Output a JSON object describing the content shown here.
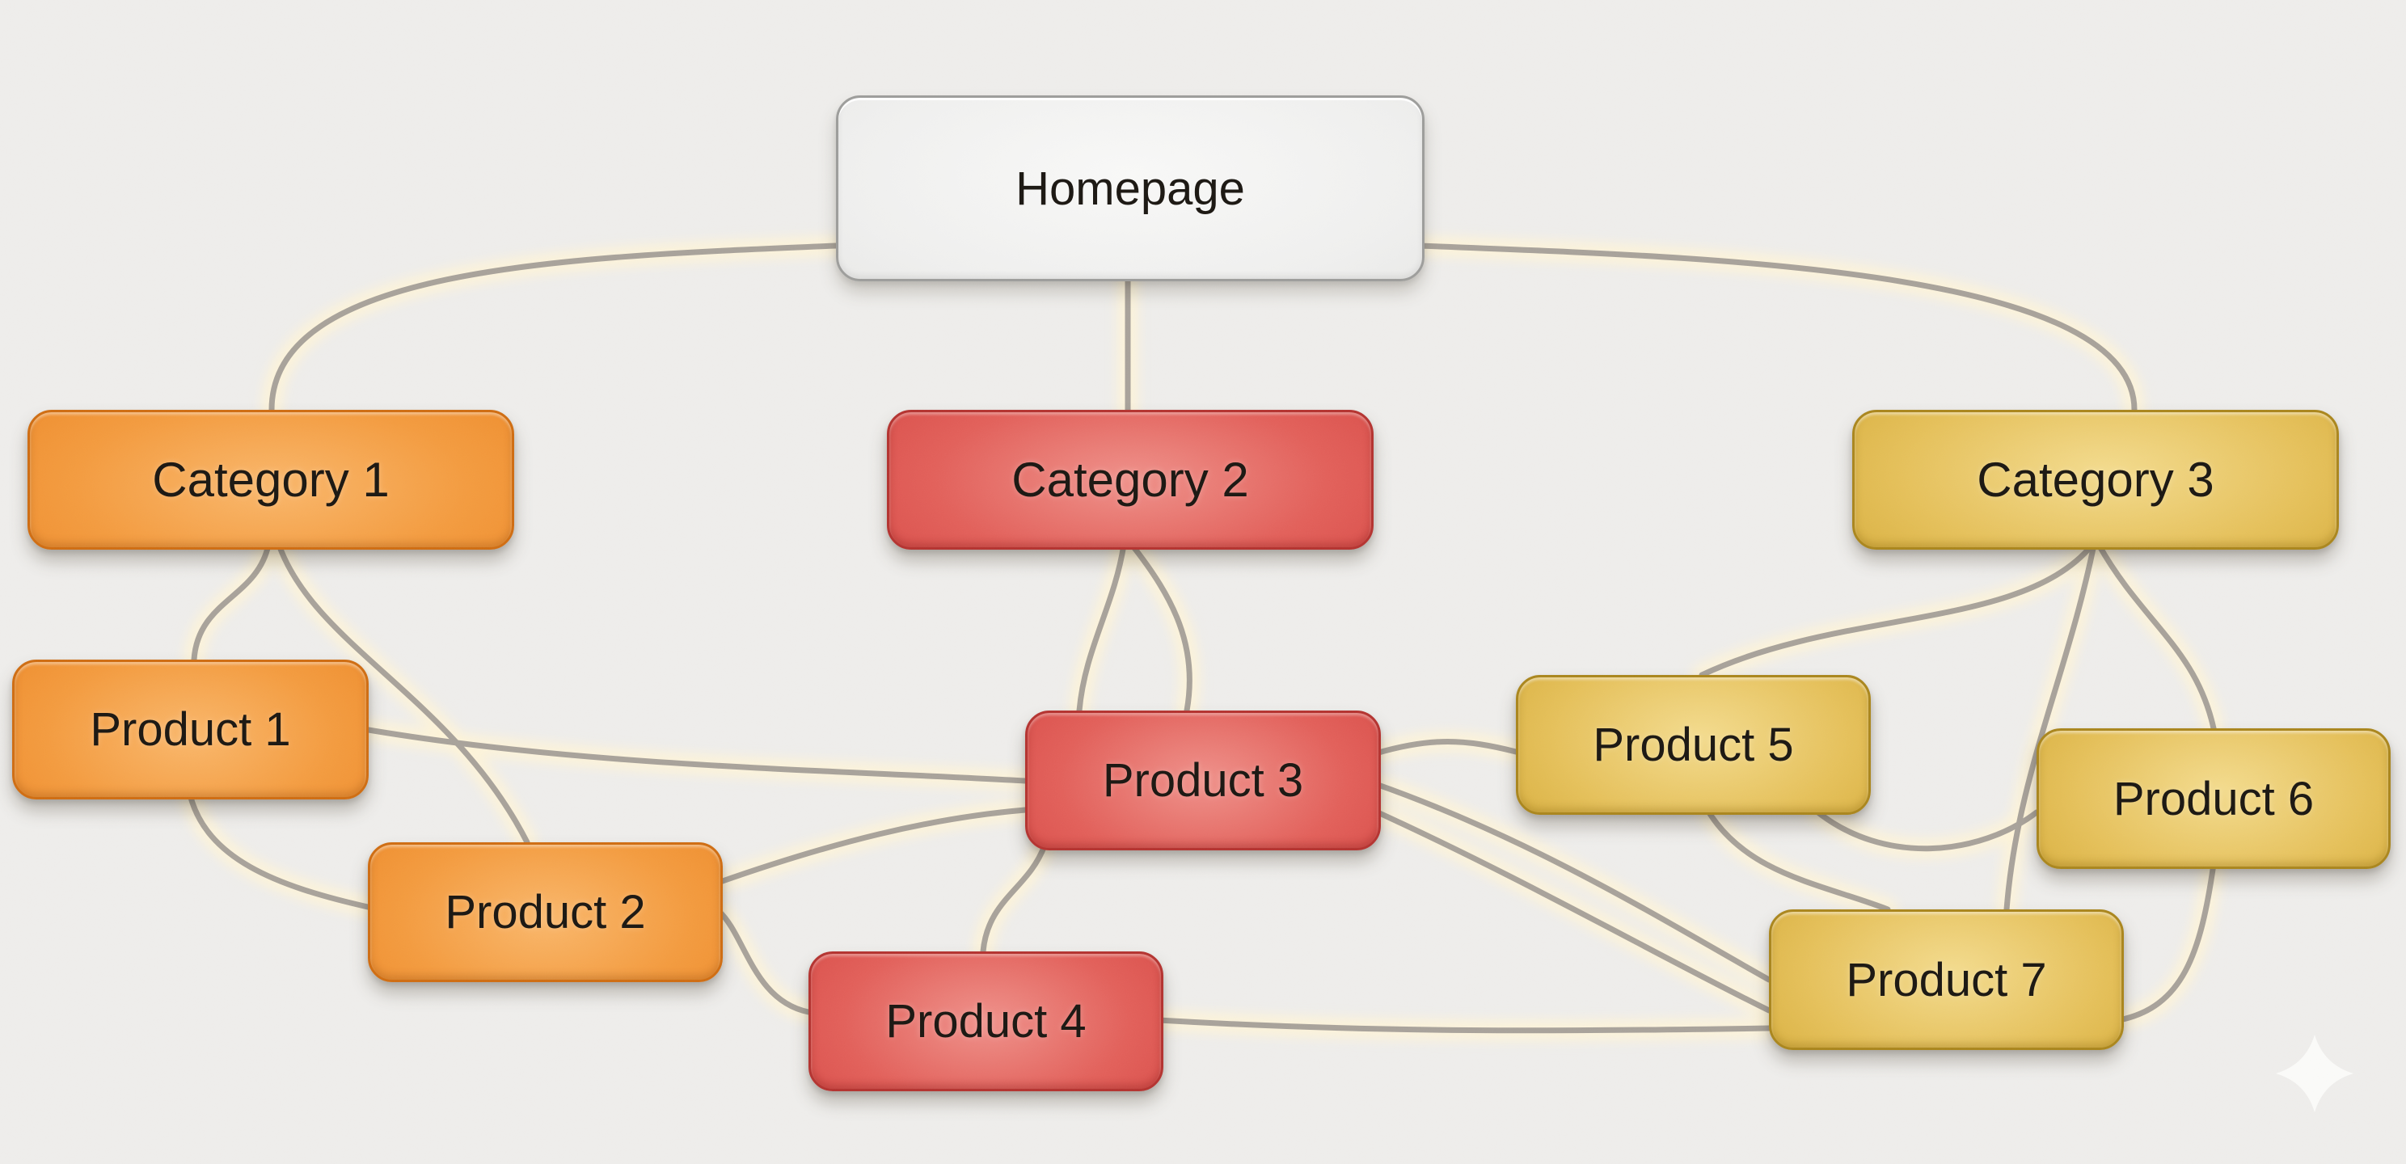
{
  "diagram": {
    "nodes": [
      {
        "id": "homepage",
        "label": "Homepage",
        "palette": "gray",
        "kind": "home"
      },
      {
        "id": "cat1",
        "label": "Category 1",
        "palette": "orange",
        "kind": "cat"
      },
      {
        "id": "cat2",
        "label": "Category 2",
        "palette": "red",
        "kind": "cat"
      },
      {
        "id": "cat3",
        "label": "Category 3",
        "palette": "gold",
        "kind": "cat"
      },
      {
        "id": "p1",
        "label": "Product 1",
        "palette": "orange",
        "kind": "prod"
      },
      {
        "id": "p2",
        "label": "Product 2",
        "palette": "orange",
        "kind": "prod"
      },
      {
        "id": "p3",
        "label": "Product 3",
        "palette": "red",
        "kind": "prod"
      },
      {
        "id": "p4",
        "label": "Product 4",
        "palette": "red",
        "kind": "prod"
      },
      {
        "id": "p5",
        "label": "Product 5",
        "palette": "gold",
        "kind": "prod"
      },
      {
        "id": "p6",
        "label": "Product 6",
        "palette": "gold",
        "kind": "prod"
      },
      {
        "id": "p7",
        "label": "Product 7",
        "palette": "gold",
        "kind": "prod"
      }
    ],
    "edges": [
      {
        "from": "homepage",
        "to": "cat1"
      },
      {
        "from": "homepage",
        "to": "cat2"
      },
      {
        "from": "homepage",
        "to": "cat3"
      },
      {
        "from": "cat1",
        "to": "p1"
      },
      {
        "from": "cat1",
        "to": "p2"
      },
      {
        "from": "cat2",
        "to": "p3"
      },
      {
        "from": "cat2",
        "to": "p3b"
      },
      {
        "from": "p1",
        "to": "p3"
      },
      {
        "from": "p1",
        "to": "p2"
      },
      {
        "from": "p2",
        "to": "p3"
      },
      {
        "from": "p2",
        "to": "p4"
      },
      {
        "from": "p3",
        "to": "p4"
      },
      {
        "from": "p3",
        "to": "p5"
      },
      {
        "from": "p3",
        "to": "p7"
      },
      {
        "from": "p3",
        "to": "p7b"
      },
      {
        "from": "p4",
        "to": "p7"
      },
      {
        "from": "cat3",
        "to": "p5"
      },
      {
        "from": "cat3",
        "to": "p6"
      },
      {
        "from": "cat3",
        "to": "p7"
      },
      {
        "from": "p5",
        "to": "p7"
      },
      {
        "from": "p5",
        "to": "p6"
      },
      {
        "from": "p6",
        "to": "p7"
      }
    ],
    "colors": {
      "background": "#eeedeb",
      "edge_line": "#a8a29a",
      "edge_glow": "#fdf3d8",
      "node_text": "#1b1712",
      "orange": "#ec8524",
      "red": "#d2413d",
      "gold": "#d0a52e",
      "gray": "#efefee"
    },
    "decorations": [
      {
        "icon": "sparkle-icon",
        "color": "#fafaf8"
      }
    ]
  }
}
